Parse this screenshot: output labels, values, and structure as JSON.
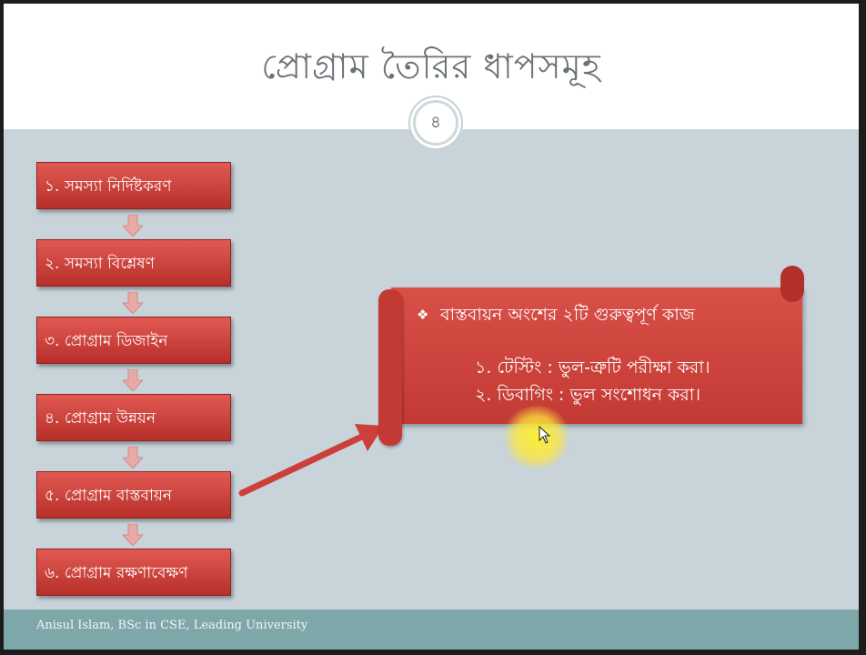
{
  "slide": {
    "title": "প্রোগ্রাম তৈরির ধাপসমূহ",
    "page_number": "৪"
  },
  "steps": [
    {
      "label": "১. সমস্যা নির্দিষ্টকরণ"
    },
    {
      "label": "২. সমস্যা বিশ্লেষণ"
    },
    {
      "label": "৩. প্রোগ্রাম ডিজাইন"
    },
    {
      "label": "৪. প্রোগ্রাম উন্নয়ন"
    },
    {
      "label": "৫. প্রোগ্রাম বাস্তবায়ন"
    },
    {
      "label": "৬. প্রোগ্রাম রক্ষণাবেক্ষণ"
    }
  ],
  "callout": {
    "bullet_symbol": "❖",
    "heading": "বাস্তবায়ন অংশের ২টি গুরুত্বপূর্ণ কাজ",
    "items": [
      "১. টেস্টিং : ভুল-ত্রুটি পরীক্ষা করা।",
      "২. ডিবাগিং : ভুল সংশোধন করা।"
    ]
  },
  "footer": {
    "text": "Anisul Islam, BSc in CSE, Leading University"
  },
  "colors": {
    "step_fill": "#c8423b",
    "slide_background": "#c8d3da",
    "footer_bar": "#7ea7a9",
    "arrow": "#cc3f3a",
    "cursor_highlight": "#ffe82a"
  }
}
